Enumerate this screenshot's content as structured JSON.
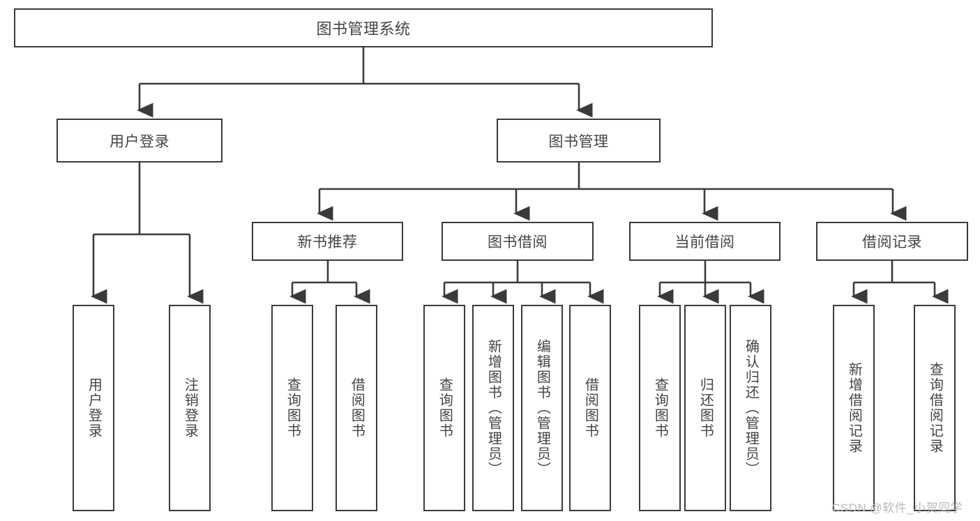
{
  "diagram": {
    "type": "tree",
    "title": "图书管理系统",
    "root": {
      "label": "图书管理系统"
    },
    "level1": [
      {
        "label": "用户登录"
      },
      {
        "label": "图书管理"
      }
    ],
    "level2": [
      {
        "label": "新书推荐"
      },
      {
        "label": "图书借阅"
      },
      {
        "label": "当前借阅"
      },
      {
        "label": "借阅记录"
      }
    ],
    "leaves": {
      "user_login": [
        {
          "label": "用户登录"
        },
        {
          "label": "注销登录"
        }
      ],
      "new_book_recommend": [
        {
          "label": "查询图书"
        },
        {
          "label": "借阅图书"
        }
      ],
      "book_borrow": [
        {
          "label": "查询图书"
        },
        {
          "label": "新增图书（管理员）"
        },
        {
          "label": "编辑图书（管理员）"
        },
        {
          "label": "借阅图书"
        }
      ],
      "current_borrow": [
        {
          "label": "查询图书"
        },
        {
          "label": "归还图书"
        },
        {
          "label": "确认归还（管理员）"
        }
      ],
      "borrow_record": [
        {
          "label": "新增借阅记录"
        },
        {
          "label": "查询借阅记录"
        }
      ]
    }
  },
  "watermark": {
    "text": "CSDN @软件_小贺同学"
  },
  "colors": {
    "stroke": "#3a3a3a",
    "text": "#444444",
    "background": "#ffffff",
    "watermark": "#b9b9b9"
  }
}
